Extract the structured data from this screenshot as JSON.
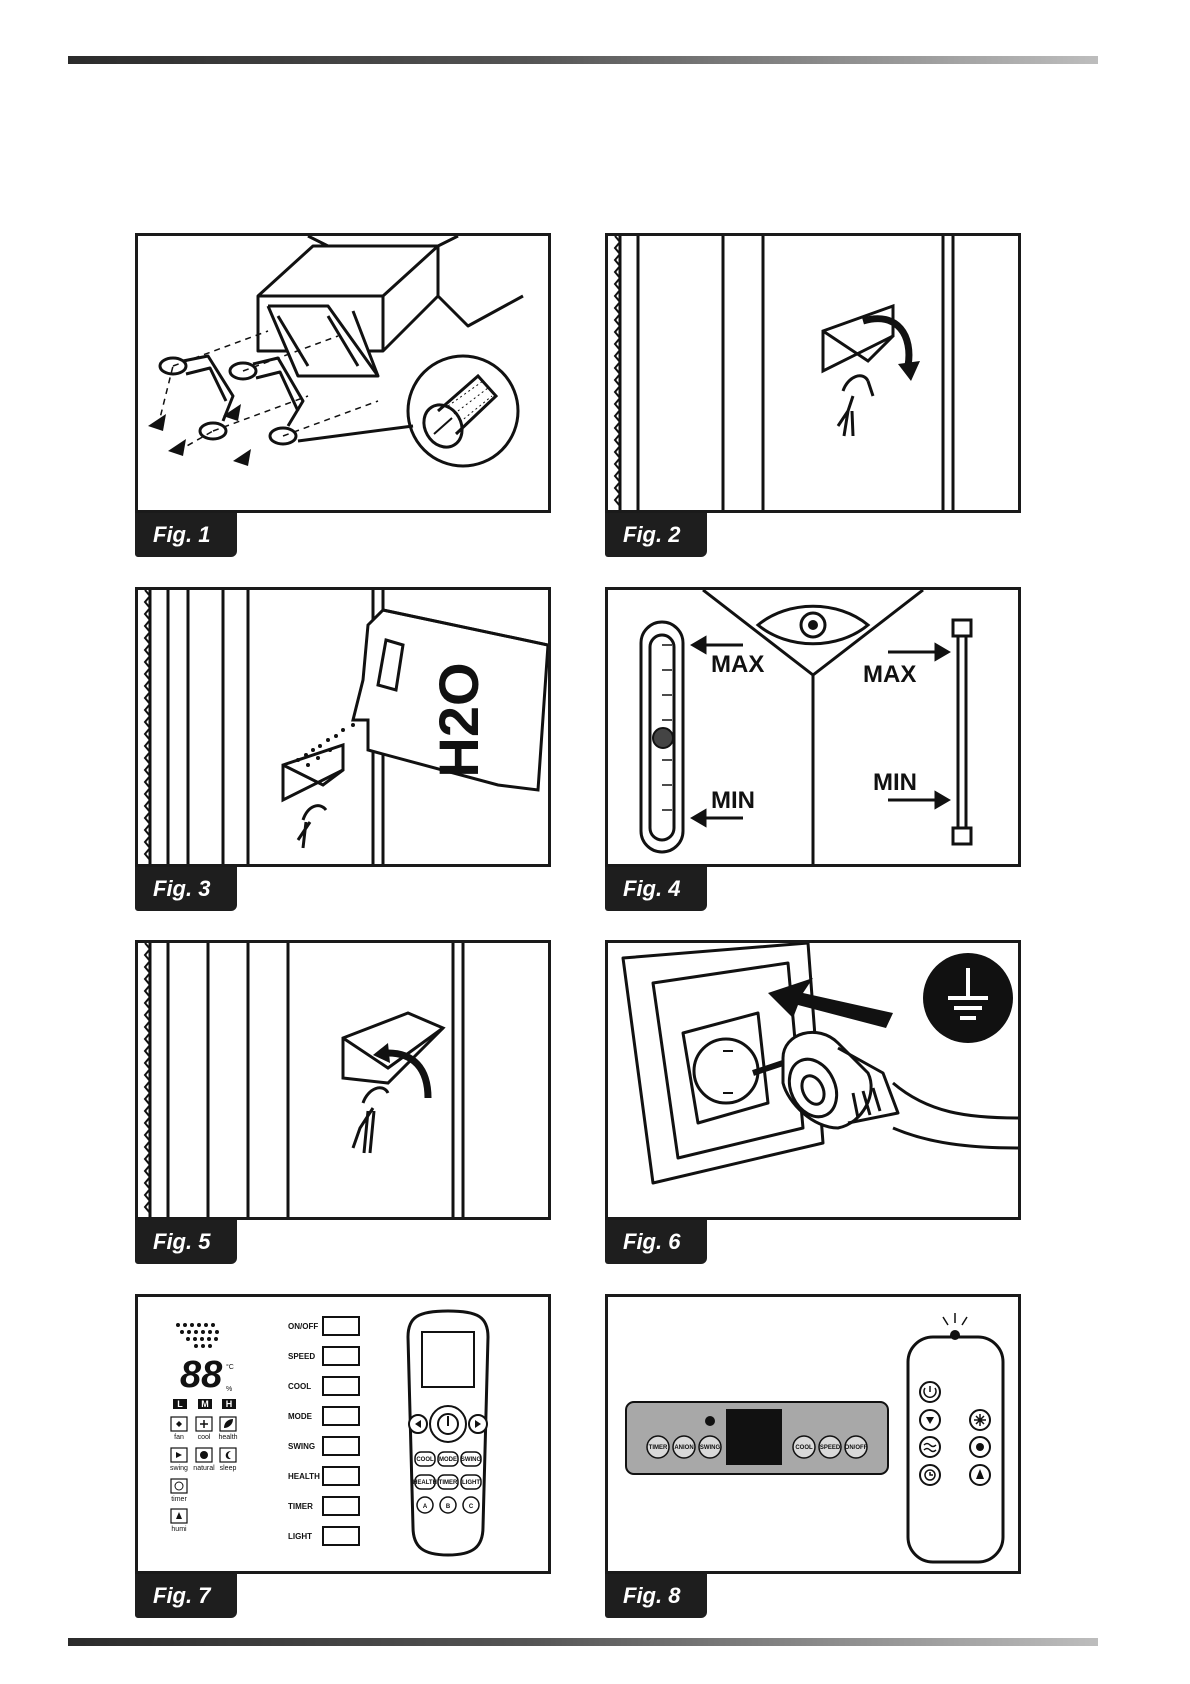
{
  "figures": [
    {
      "label": "Fig. 1"
    },
    {
      "label": "Fig. 2"
    },
    {
      "label": "Fig. 3",
      "bottle_text": "H2O"
    },
    {
      "label": "Fig. 4",
      "max_left": "MAX",
      "min_left": "MIN",
      "max_right": "MAX",
      "min_right": "MIN"
    },
    {
      "label": "Fig. 5"
    },
    {
      "label": "Fig. 6"
    },
    {
      "label": "Fig. 7",
      "display_digits": "88",
      "unit_celsius": "°C",
      "unit_percent": "%",
      "speed_levels": [
        "L",
        "M",
        "H"
      ],
      "mode_icons": [
        "fan",
        "cool",
        "health"
      ],
      "mode_icons_2": [
        "swing",
        "natural",
        "sleep"
      ],
      "timer_label": "timer",
      "humi_label": "humi",
      "buttons": [
        "ON/OFF",
        "SPEED",
        "COOL",
        "MODE",
        "SWING",
        "HEALTH",
        "TIMER",
        "LIGHT"
      ],
      "remote_row1": [
        "COOL",
        "MODE",
        "SWING"
      ],
      "remote_row2": [
        "HEALTH",
        "TIMER",
        "LIGHT"
      ],
      "remote_row3": [
        "A",
        "B",
        "C"
      ]
    },
    {
      "label": "Fig. 8",
      "panel_buttons_left": [
        "TIMER",
        "ANION",
        "SWING"
      ],
      "panel_buttons_right": [
        "COOL",
        "SPEED",
        "ON/OFF"
      ]
    }
  ]
}
